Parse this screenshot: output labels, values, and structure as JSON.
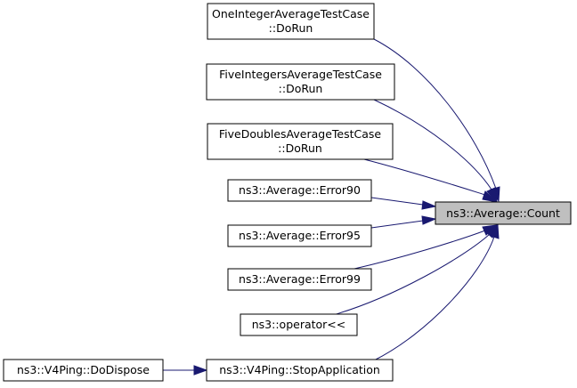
{
  "graph": {
    "focus_node": {
      "label": "ns3::Average::Count"
    },
    "caller_nodes": [
      {
        "lines": [
          "OneIntegerAverageTestCase",
          "::DoRun"
        ]
      },
      {
        "lines": [
          "FiveIntegersAverageTestCase",
          "::DoRun"
        ]
      },
      {
        "lines": [
          "FiveDoublesAverageTestCase",
          "::DoRun"
        ]
      },
      {
        "lines": [
          "ns3::Average::Error90"
        ]
      },
      {
        "lines": [
          "ns3::Average::Error95"
        ]
      },
      {
        "lines": [
          "ns3::Average::Error99"
        ]
      },
      {
        "lines": [
          "ns3::operator<<"
        ]
      },
      {
        "lines": [
          "ns3::V4Ping::StopApplication"
        ]
      }
    ],
    "indirect_caller": {
      "label": "ns3::V4Ping::DoDispose"
    },
    "edge_color": "#191970",
    "focus_fill": "#bfbfbf"
  }
}
